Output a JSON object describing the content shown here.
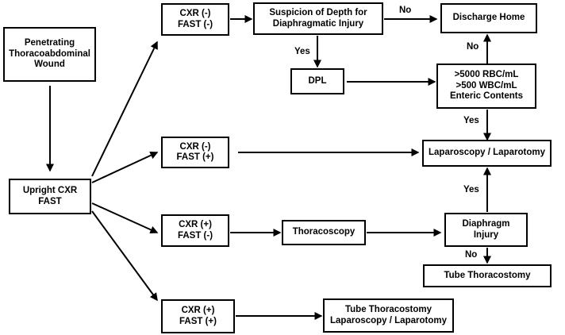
{
  "nodes": {
    "wound": [
      "Penetrating",
      "Thoracoabdominal",
      "Wound"
    ],
    "upright": [
      "Upright CXR",
      "FAST"
    ],
    "cxr_nn": [
      "CXR (-)",
      "FAST (-)"
    ],
    "cxr_np": [
      "CXR (-)",
      "FAST (+)"
    ],
    "cxr_pn": [
      "CXR (+)",
      "FAST (-)"
    ],
    "cxr_pp": [
      "CXR (+)",
      "FAST (+)"
    ],
    "suspicion": [
      "Suspicion of Depth for",
      "Diaphragmatic Injury"
    ],
    "dpl": [
      "DPL"
    ],
    "thoracoscopy": [
      "Thoracoscopy"
    ],
    "tube_lap": [
      "Tube Thoracostomy",
      "Laparoscopy / Laparotomy"
    ],
    "discharge": [
      "Discharge Home"
    ],
    "criteria": [
      ">5000 RBC/mL",
      ">500 WBC/mL",
      "Enteric Contents"
    ],
    "laparoscopy": [
      "Laparoscopy / Laparotomy"
    ],
    "diaphragm": [
      "Diaphragm",
      "Injury"
    ],
    "tube": [
      "Tube Thoracostomy"
    ]
  },
  "edge_labels": {
    "no_discharge": "No",
    "yes_dpl": "Yes",
    "no_up": "No",
    "yes_down": "Yes",
    "yes_up": "Yes",
    "no_tube": "No"
  }
}
